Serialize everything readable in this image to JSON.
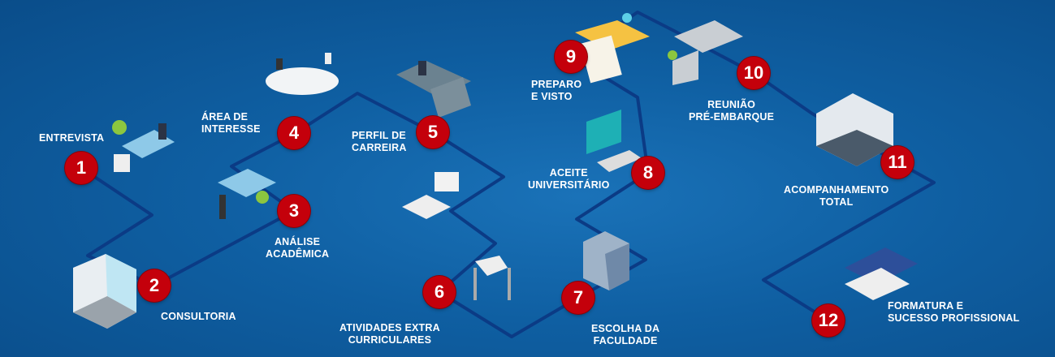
{
  "colors": {
    "background": "#0f5fa2",
    "path": "#0b3b85",
    "badge": "#c4000b",
    "text": "#ffffff"
  },
  "steps": [
    {
      "number": "1",
      "label": [
        "ENTREVISTA"
      ],
      "icon": "interview-table-icon"
    },
    {
      "number": "2",
      "label": [
        "CONSULTORIA"
      ],
      "icon": "consulting-room-icon"
    },
    {
      "number": "3",
      "label": [
        "ANÁLISE",
        "ACADÊMICA"
      ],
      "icon": "academic-meeting-icon"
    },
    {
      "number": "4",
      "label": [
        "ÁREA DE",
        "INTERESSE"
      ],
      "icon": "conference-table-icon"
    },
    {
      "number": "5",
      "label": [
        "PERFIL DE",
        "CARREIRA"
      ],
      "icon": "sofa-meeting-icon"
    },
    {
      "number": "6",
      "label": [
        "ATIVIDADES EXTRA",
        "CURRICULARES"
      ],
      "icon": "activities-icon"
    },
    {
      "number": "7",
      "label": [
        "ESCOLHA DA",
        "FACULDADE"
      ],
      "icon": "building-icon"
    },
    {
      "number": "8",
      "label": [
        "ACEITE",
        "UNIVERSITÁRIO"
      ],
      "icon": "computer-icon"
    },
    {
      "number": "9",
      "label": [
        "PREPARO",
        "E VISTO"
      ],
      "icon": "documents-icon"
    },
    {
      "number": "10",
      "label": [
        "REUNIÃO",
        "PRÉ-EMBARQUE"
      ],
      "icon": "lounge-icon"
    },
    {
      "number": "11",
      "label": [
        "ACOMPANHAMENTO",
        "TOTAL"
      ],
      "icon": "classroom-icon"
    },
    {
      "number": "12",
      "label": [
        "FORMATURA E",
        "SUCESSO PROFISSIONAL"
      ],
      "icon": "graduation-icon"
    }
  ]
}
